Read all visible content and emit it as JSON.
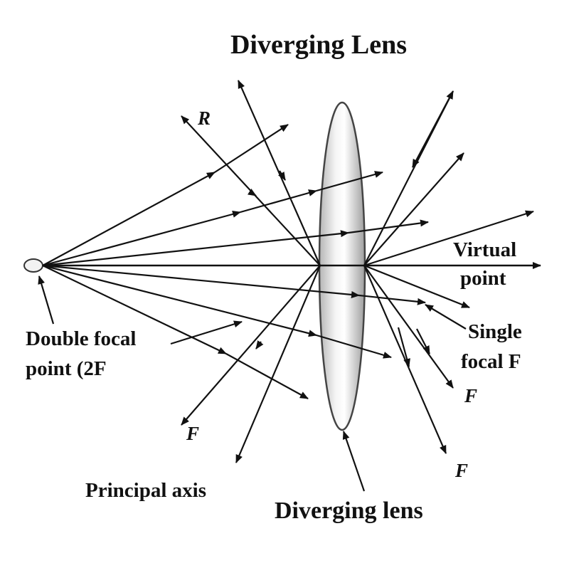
{
  "title": "Diverging Lens",
  "labels": {
    "radius": "R",
    "virtual_point_line1": "Virtual",
    "virtual_point_line2": "point",
    "double_focal_line1": "Double focal",
    "double_focal_line2": "point (2F",
    "single_focal_line1": "Single",
    "single_focal_line2": "focal F",
    "focal_left": "F",
    "focal_right_upper": "F",
    "focal_right_lower": "F",
    "principal_axis": "Principal axis",
    "diverging_lens": "Diverging lens"
  },
  "colors": {
    "ink": "#111111",
    "lens_edge": "#555555",
    "lens_center": "#ffffff",
    "lens_shade": "#a9a9a9"
  }
}
